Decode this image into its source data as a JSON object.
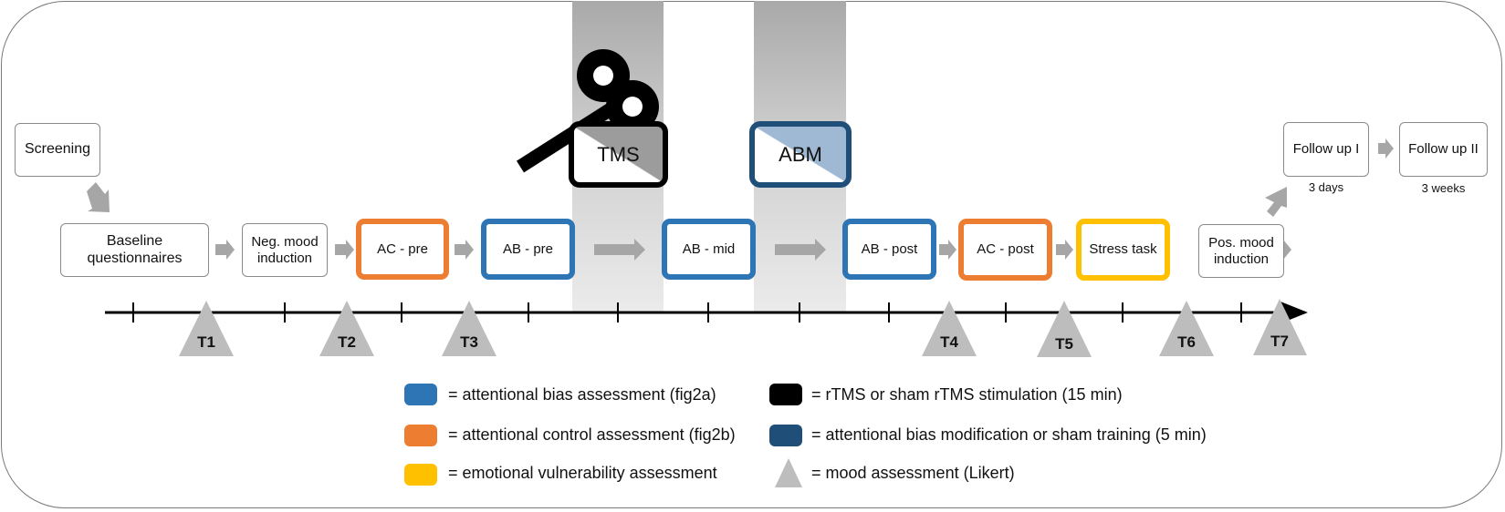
{
  "boxes": {
    "screening": "Screening",
    "baseline": "Baseline questionnaires",
    "neg_mood": "Neg. mood induction",
    "ac_pre": "AC - pre",
    "ab_pre": "AB - pre",
    "ab_mid": "AB - mid",
    "ab_post": "AB - post",
    "ac_post": "AC - post",
    "stress": "Stress task",
    "pos_mood": "Pos. mood induction",
    "follow1": "Follow up I",
    "follow2": "Follow up II",
    "tms": "TMS",
    "abm": "ABM"
  },
  "notes": {
    "follow1_time": "3 days",
    "follow2_time": "3 weeks"
  },
  "timepoints": [
    "T1",
    "T2",
    "T3",
    "T4",
    "T5",
    "T6",
    "T7"
  ],
  "legend": [
    {
      "key": "blue",
      "color": "#2e75b6",
      "text": "= attentional bias assessment (fig2a)"
    },
    {
      "key": "orange",
      "color": "#ed7d31",
      "text": "= attentional control assessment (fig2b)"
    },
    {
      "key": "yellow",
      "color": "#ffc000",
      "text": "= emotional vulnerability assessment"
    },
    {
      "key": "black",
      "color": "#000000",
      "text": "= rTMS or sham rTMS stimulation (15 min)"
    },
    {
      "key": "navy",
      "color": "#1f4e79",
      "text": "= attentional bias modification or sham training (5 min)"
    },
    {
      "key": "triangle",
      "color": "#bdbdbd",
      "text": "= mood assessment (Likert)"
    }
  ],
  "colors": {
    "attentional_bias": "#2e75b6",
    "attentional_control": "#ed7d31",
    "emotional_vulnerability": "#ffc000",
    "rtms": "#000000",
    "abm": "#1f4e79",
    "mood_triangle": "#bdbdbd",
    "arrow": "#a6a6a6"
  }
}
